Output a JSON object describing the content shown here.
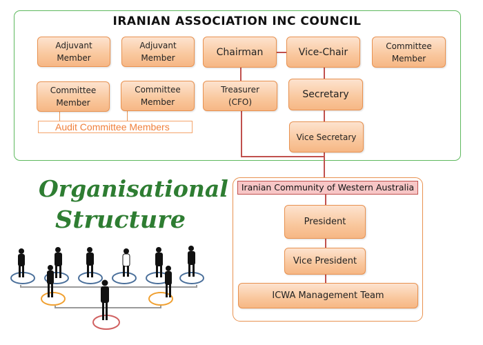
{
  "council": {
    "title": "IRANIAN ASSOCIATION INC  COUNCIL",
    "adjuvant_1": "Adjuvant\nMember",
    "adjuvant_2": "Adjuvant\nMember",
    "chairman": "Chairman",
    "vice_chair": "Vice-Chair",
    "committee_right": "Committee\nMember",
    "committee_1": "Committee\nMember",
    "committee_2": "Committee\nMember",
    "treasurer": "Treasurer\n(CFO)",
    "secretary": "Secretary",
    "vice_secretary": "Vice Secretary",
    "audit": "Audit Committee Members"
  },
  "icwa": {
    "header": "Iranian Community of Western Australia",
    "president": "President",
    "vice_president": "Vice President",
    "management": "ICWA Management Team"
  },
  "graphic": {
    "line1": "Organisational",
    "line2": "Structure"
  },
  "colors": {
    "green": "#2e7d32",
    "orange": "#e8914f",
    "red": "#c0504d"
  }
}
